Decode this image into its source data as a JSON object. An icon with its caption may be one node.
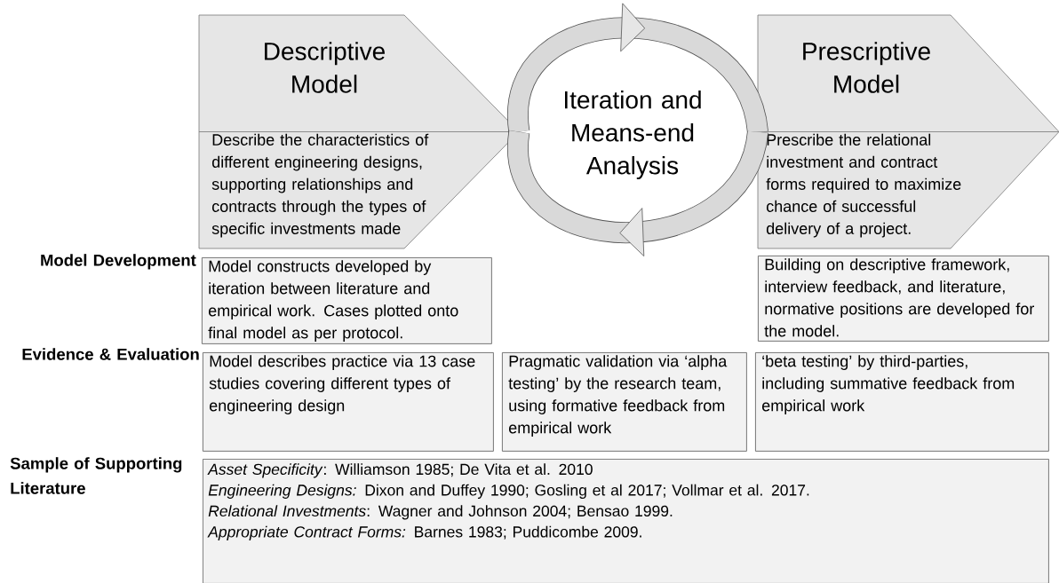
{
  "diagram": {
    "nodes": [
      {
        "text": [
          "Descriptive Model",
          "Describe the characteristics of different engineering designs, supporting relationships and contracts through the types of specific investments made"
        ]
      },
      {
        "text": [
          "Prescriptive Model",
          "Prescribe the relational investment and contract forms required to maximize chance of successful delivery of a project."
        ]
      },
      {
        "text": [
          "Model constructs developed by iteration between literature and empirical work. Cases plotted onto final model as per protocol."
        ]
      },
      {
        "text": [
          "Building on descriptive framework, interview feedback, and literature, normative positions are developed for the model."
        ]
      },
      {
        "text": [
          "Model describes practice via 13 case studies covering different types of engineering design"
        ]
      },
      {
        "text": [
          "Pragmatic validation via ‘alpha testing’ by the research team, using formative feedback from empirical work"
        ]
      },
      {
        "text": [
          "‘beta testing’ by third-parties, including summative feedback from empirical work"
        ]
      },
      {
        "text": [
          "*Asset Specificity*: Williamson 1985; De Vita et al. 2010",
          "*Engineering Designs:* Dixon and Duffey 1990; Gosling et al 2017; Vollmar et al. 2017.",
          "*Relational Investments*: Wagner and Johnson 2004; Bensao 1999.",
          "*Appropriate Contract Forms:* Barnes 1983; Puddicombe 2009."
        ]
      }
    ],
    "edges": [
      {
        "from": 0,
        "to": 1,
        "arrow": "to"
      },
      {
        "from": 1,
        "to": 0,
        "arrow": "to"
      }
    ],
    "labels": [
      "Iteration and Means-end Analysis",
      "Model Development",
      "Evidence & Evaluation",
      "Sample of Supporting Literature"
    ]
  }
}
